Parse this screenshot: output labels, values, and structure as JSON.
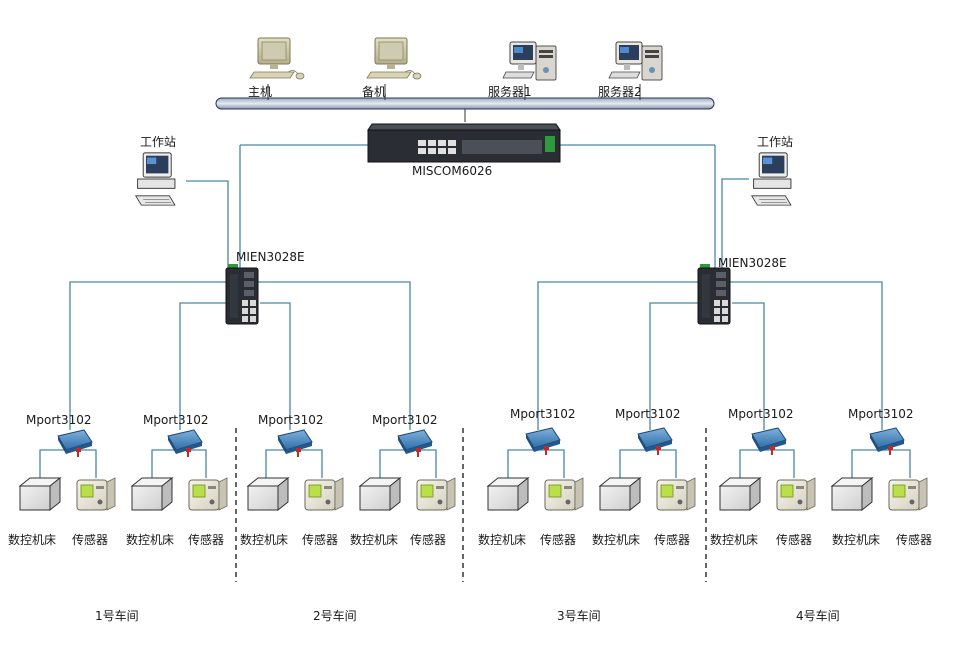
{
  "top_hosts": {
    "main": "主机",
    "backup": "备机",
    "server1": "服务器1",
    "server2": "服务器2"
  },
  "core_switch": "MISCOM6026",
  "workstation_label": "工作站",
  "edge_switch": "MIEN3028E",
  "mport": "Mport3102",
  "cnc": "数控机床",
  "sensor": "传感器",
  "workshops": [
    "1号车间",
    "2号车间",
    "3号车间",
    "4号车间"
  ]
}
